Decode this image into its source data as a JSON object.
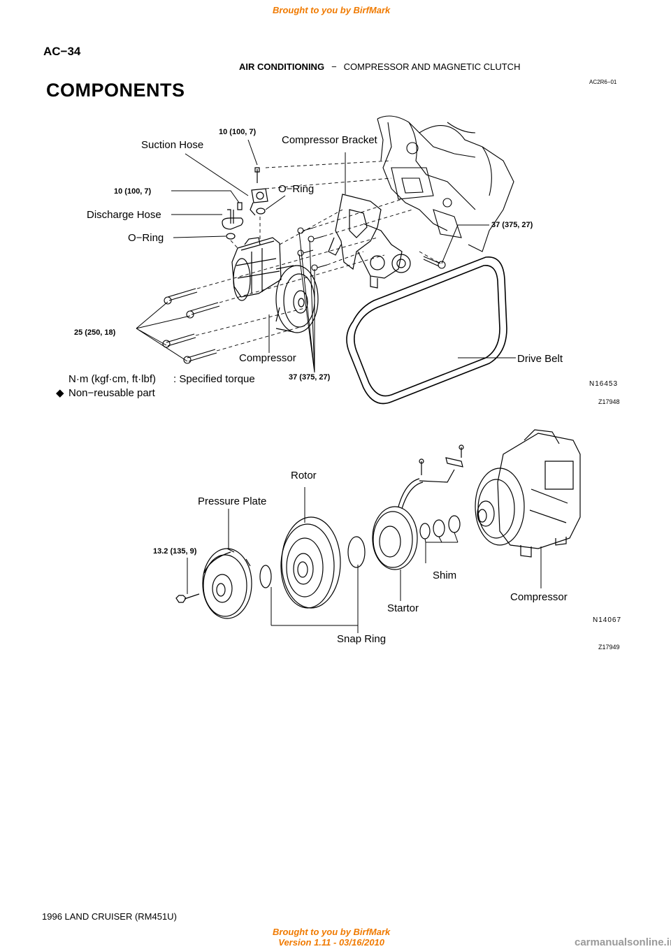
{
  "watermark": {
    "top": "Brought to you by BirfMark",
    "bottom_line1": "Brought to you by BirfMark",
    "bottom_line2": "Version 1.11 - 03/16/2010"
  },
  "header": {
    "page_number": "AC−34",
    "section": "AIR CONDITIONING",
    "separator": "−",
    "subsection": "COMPRESSOR AND MAGNETIC CLUTCH",
    "code": "AC2R6−01"
  },
  "title": "COMPONENTS",
  "diagram1": {
    "labels": {
      "suction_hose": "Suction Hose",
      "compressor_bracket": "Compressor Bracket",
      "o_ring_upper": "O−Ring",
      "discharge_hose": "Discharge Hose",
      "o_ring_lower": "O−Ring",
      "compressor": "Compressor",
      "drive_belt": "Drive Belt"
    },
    "torques": {
      "suction_bolt": "10 (100, 7)",
      "discharge_bolt": "10 (100, 7)",
      "bracket_bolt": "37 (375, 27)",
      "mount_bolts": "25 (250, 18)",
      "compressor_bolts": "37 (375, 27)"
    },
    "legend": {
      "units": "N·m  (kgf·cm,  ft·lbf)",
      "specified": ": Specified torque",
      "non_reusable_symbol": "◆",
      "non_reusable": "Non−reusable part"
    },
    "figure_code": "N16453",
    "figure_id": "Z17948"
  },
  "diagram2": {
    "labels": {
      "rotor": "Rotor",
      "pressure_plate": "Pressure Plate",
      "shim": "Shim",
      "compressor": "Compressor",
      "startor": "Startor",
      "snap_ring": "Snap Ring"
    },
    "torques": {
      "plate_bolt": "13.2 (135, 9)"
    },
    "figure_code": "N14067",
    "figure_id": "Z17949"
  },
  "footer": "1996 LAND CRUISER   (RM451U)",
  "site": "carmanualsonline.info"
}
